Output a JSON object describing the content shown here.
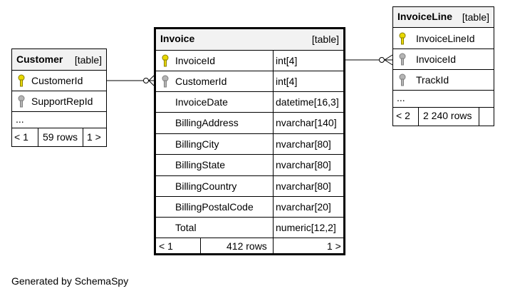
{
  "colors": {
    "header_bg": "#f2f2f2",
    "primary_key": "#e8d800",
    "foreign_key": "#b4b4b4"
  },
  "customer": {
    "name": "Customer",
    "kind": "[table]",
    "columns": [
      {
        "name": "CustomerId",
        "icon": "primary-key-icon"
      },
      {
        "name": "SupportRepId",
        "icon": "foreign-key-icon"
      }
    ],
    "ellipsis": "...",
    "footer": {
      "left": "< 1",
      "rows": "59 rows",
      "right": "1 >"
    }
  },
  "invoice": {
    "name": "Invoice",
    "kind": "[table]",
    "columns": [
      {
        "name": "InvoiceId",
        "type": "int[4]",
        "icon": "primary-key-icon"
      },
      {
        "name": "CustomerId",
        "type": "int[4]",
        "icon": "foreign-key-icon"
      },
      {
        "name": "InvoiceDate",
        "type": "datetime[16,3]"
      },
      {
        "name": "BillingAddress",
        "type": "nvarchar[140]"
      },
      {
        "name": "BillingCity",
        "type": "nvarchar[80]"
      },
      {
        "name": "BillingState",
        "type": "nvarchar[80]"
      },
      {
        "name": "BillingCountry",
        "type": "nvarchar[80]"
      },
      {
        "name": "BillingPostalCode",
        "type": "nvarchar[20]"
      },
      {
        "name": "Total",
        "type": "numeric[12,2]"
      }
    ],
    "footer": {
      "left": "< 1",
      "rows": "412 rows",
      "right": "1 >"
    }
  },
  "invoiceline": {
    "name": "InvoiceLine",
    "kind": "[table]",
    "columns": [
      {
        "name": "InvoiceLineId",
        "icon": "primary-key-icon"
      },
      {
        "name": "InvoiceId",
        "icon": "foreign-key-icon"
      },
      {
        "name": "TrackId",
        "icon": "foreign-key-icon"
      }
    ],
    "ellipsis": "...",
    "footer": {
      "left": "< 2",
      "rows": "2 240 rows"
    }
  },
  "footer_text": "Generated by SchemaSpy"
}
